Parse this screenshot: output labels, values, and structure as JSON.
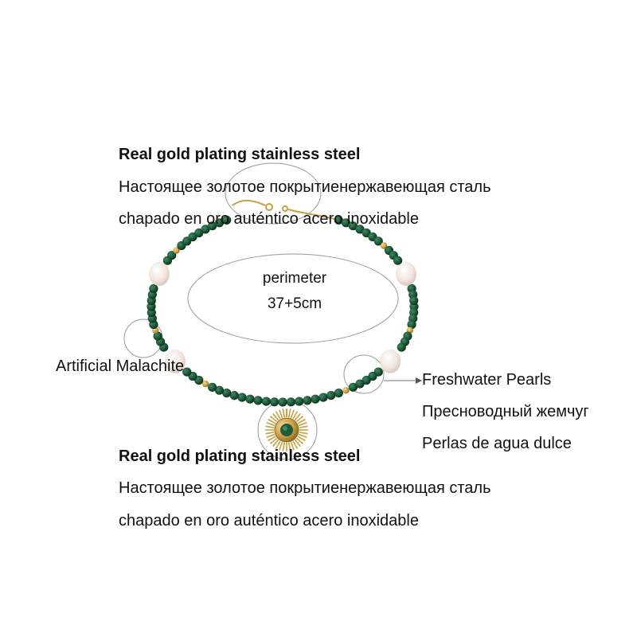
{
  "top_block": {
    "line1": "Real gold plating  stainless steel",
    "line2": "Настоящее золотое покрытиенержавеющая сталь",
    "line3": "chapado en oro auténtico acero inoxidable"
  },
  "center": {
    "line1": "perimeter",
    "line2": "37+5cm"
  },
  "left_label": "Artificial Malachite",
  "right_block": {
    "line1": "Freshwater Pearls",
    "line2": "Пресноводный жемчуг",
    "line3": "Perlas de agua dulce"
  },
  "bottom_block": {
    "line1": "Real gold plating  stainless steel",
    "line2": "Настоящее золотое покрытиенержавеющая сталь",
    "line3": "chapado en oro auténtico acero inoxidable"
  },
  "colors": {
    "malachite": "#1f5a3c",
    "malachite_dark": "#0f3a24",
    "gold": "#c9a044",
    "pearl": "#f3ebe4",
    "callout": "#9a9a9a"
  }
}
